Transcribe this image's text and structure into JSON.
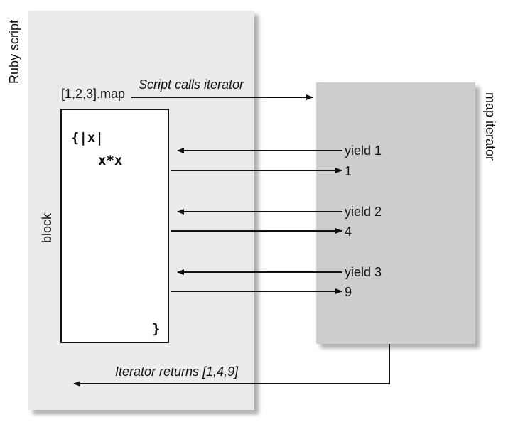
{
  "panels": {
    "ruby_script_label": "Ruby script",
    "map_iterator_label": "map iterator",
    "block_label": "block"
  },
  "call": {
    "expression": "[1,2,3].map",
    "arrow_label": "Script calls iterator"
  },
  "block_code": {
    "open": "{|x|",
    "body": "x*x",
    "close": "}"
  },
  "exchanges": [
    {
      "yield_label": "yield 1",
      "result": "1"
    },
    {
      "yield_label": "yield 2",
      "result": "4"
    },
    {
      "yield_label": "yield 3",
      "result": "9"
    }
  ],
  "return_label": "Iterator returns [1,4,9]"
}
